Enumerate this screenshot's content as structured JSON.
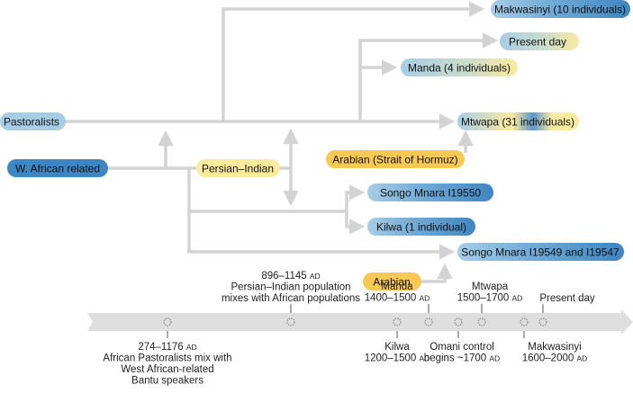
{
  "colors": {
    "arrow": "#d3d3d3",
    "light_blue": "#a7cde6",
    "dark_blue": "#3d86c2",
    "light_yellow": "#fbeaa0",
    "orange": "#f7c853",
    "timeline_arrow": "#dedede",
    "marker": "#8a8a8a"
  },
  "nodes": {
    "makwasinyi": {
      "label": "Makwasinyi (10 individuals)",
      "style": "mix-blue"
    },
    "present_day": {
      "label": "Present day",
      "style": "mix-yellow"
    },
    "manda": {
      "label": "Manda (4 individuals)",
      "style": "mix-yellow"
    },
    "pastoralists": {
      "label": "Pastoralists",
      "style": "light-blue"
    },
    "mtwapa": {
      "label": "Mtwapa (31 individuals)",
      "style": "mix-stripe"
    },
    "w_african": {
      "label": "W. African related",
      "style": "dark-blue"
    },
    "persian_indian": {
      "label": "Persian–Indian",
      "style": "light-yellow"
    },
    "arabian_hormuz": {
      "label": "Arabian (Strait of Hormuz)",
      "style": "orange"
    },
    "songo_19550": {
      "label": "Songo Mnara I19550",
      "style": "mix-blue"
    },
    "kilwa": {
      "label": "Kilwa (1 individual)",
      "style": "mix-blue"
    },
    "songo_19549": {
      "label": "Songo Mnara I19549 and I19547",
      "style": "mix-blue"
    },
    "arabian": {
      "label": "Arabian",
      "style": "orange"
    }
  },
  "timeline": {
    "ad": "AD",
    "events": {
      "bantu": {
        "lines": [
          "274–1176 AD",
          "African Pastoralists mix with",
          "West African-related",
          "Bantu speakers"
        ]
      },
      "persian": {
        "lines": [
          "896–1145 AD",
          "Persian–Indian population",
          "mixes with African populations"
        ]
      },
      "manda": {
        "lines": [
          "Manda",
          "1400–1500 AD"
        ]
      },
      "kilwa": {
        "lines": [
          "Kilwa",
          "1200–1500 AD"
        ]
      },
      "mtwapa": {
        "lines": [
          "Mtwapa",
          "1500–1700 AD"
        ]
      },
      "omani": {
        "lines": [
          "Omani control",
          "begins ~1700 AD"
        ]
      },
      "makwasinyi": {
        "lines": [
          "Makwasinyi",
          "1600–2000 AD"
        ]
      },
      "present": {
        "lines": [
          "Present day"
        ]
      }
    }
  }
}
